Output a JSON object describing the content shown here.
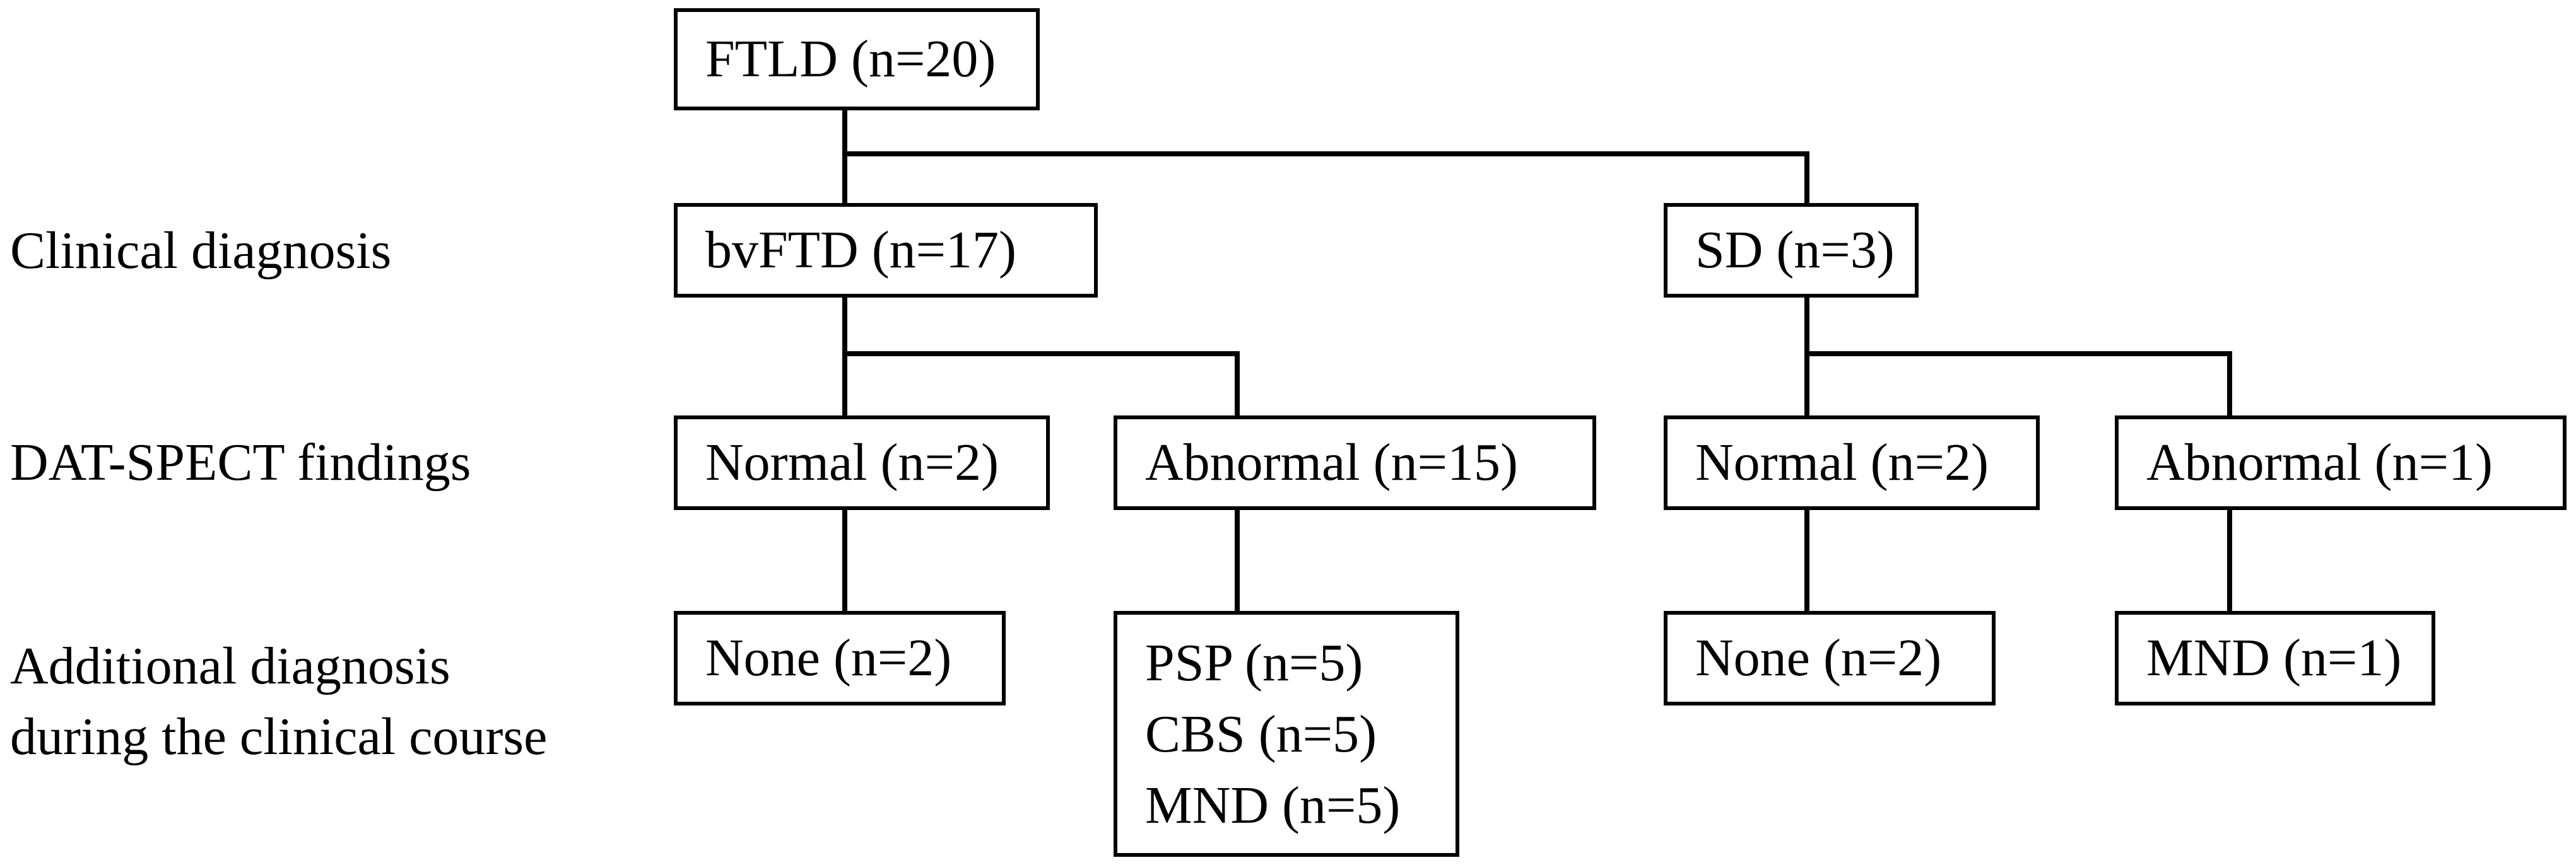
{
  "root": {
    "label": "FTLD (n=20)"
  },
  "row_labels": {
    "clinical": "Clinical diagnosis",
    "dat_spect": "DAT-SPECT findings",
    "additional_line1": "Additional diagnosis",
    "additional_line2": "during the clinical course"
  },
  "clinical": {
    "bvftd": "bvFTD (n=17)",
    "sd": "SD (n=3)"
  },
  "dat_spect": {
    "bvftd_normal": "Normal (n=2)",
    "bvftd_abnormal": "Abnormal (n=15)",
    "sd_normal": "Normal (n=2)",
    "sd_abnormal": "Abnormal (n=1)"
  },
  "additional": {
    "bvftd_normal_none": "None (n=2)",
    "bvftd_abnormal_items": [
      "PSP (n=5)",
      "CBS (n=5)",
      "MND (n=5)"
    ],
    "sd_normal_none": "None (n=2)",
    "sd_abnormal_mnd": "MND (n=1)"
  }
}
